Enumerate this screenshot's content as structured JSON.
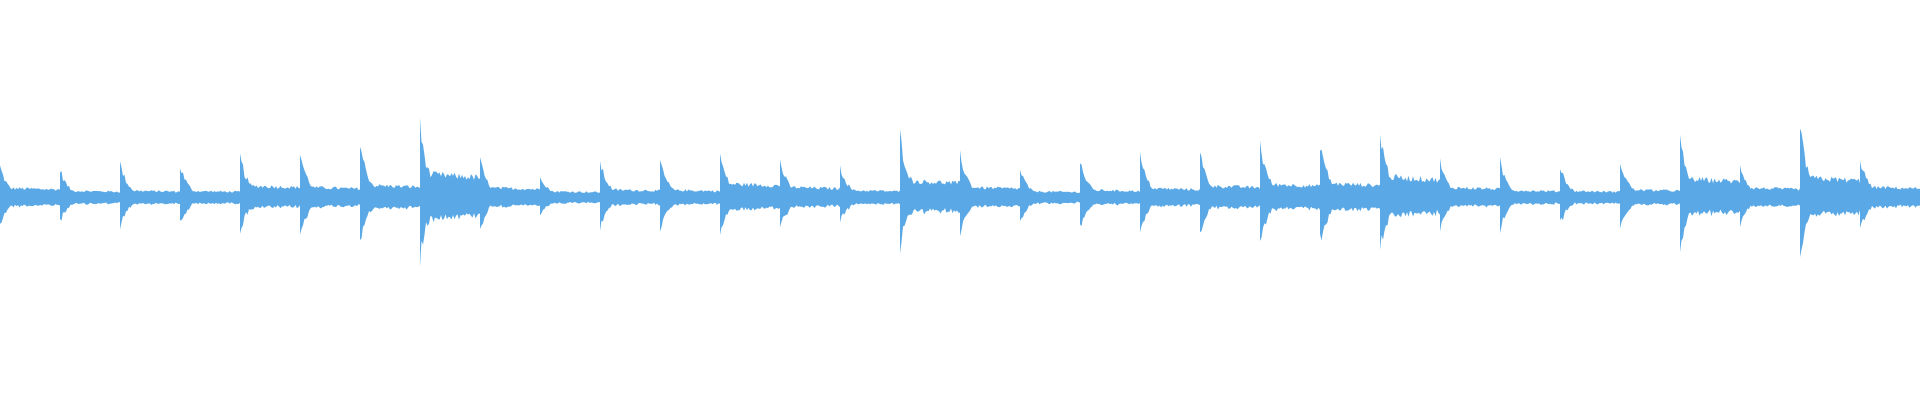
{
  "waveform": {
    "color": "#5AA9E6",
    "background": "#FFFFFF",
    "segments": [
      {
        "amplitude": 0.44,
        "sustain": 0.32
      },
      {
        "amplitude": 0.4,
        "sustain": 0.26
      },
      {
        "amplitude": 0.48,
        "sustain": 0.22
      },
      {
        "amplitude": 0.46,
        "sustain": 0.22
      },
      {
        "amplitude": 0.58,
        "sustain": 0.3
      },
      {
        "amplitude": 0.64,
        "sustain": 0.24
      },
      {
        "amplitude": 0.76,
        "sustain": 0.24
      },
      {
        "amplitude": 1.0,
        "sustain": 0.34
      },
      {
        "amplitude": 0.52,
        "sustain": 0.28
      },
      {
        "amplitude": 0.34,
        "sustain": 0.28
      },
      {
        "amplitude": 0.5,
        "sustain": 0.24
      },
      {
        "amplitude": 0.52,
        "sustain": 0.22
      },
      {
        "amplitude": 0.6,
        "sustain": 0.34
      },
      {
        "amplitude": 0.52,
        "sustain": 0.3
      },
      {
        "amplitude": 0.46,
        "sustain": 0.24
      },
      {
        "amplitude": 0.88,
        "sustain": 0.28
      },
      {
        "amplitude": 0.64,
        "sustain": 0.24
      },
      {
        "amplitude": 0.4,
        "sustain": 0.24
      },
      {
        "amplitude": 0.52,
        "sustain": 0.22
      },
      {
        "amplitude": 0.58,
        "sustain": 0.24
      },
      {
        "amplitude": 0.62,
        "sustain": 0.28
      },
      {
        "amplitude": 0.76,
        "sustain": 0.26
      },
      {
        "amplitude": 0.8,
        "sustain": 0.26
      },
      {
        "amplitude": 0.94,
        "sustain": 0.32
      },
      {
        "amplitude": 0.5,
        "sustain": 0.3
      },
      {
        "amplitude": 0.5,
        "sustain": 0.22
      },
      {
        "amplitude": 0.46,
        "sustain": 0.22
      },
      {
        "amplitude": 0.54,
        "sustain": 0.22
      },
      {
        "amplitude": 0.8,
        "sustain": 0.34
      },
      {
        "amplitude": 0.48,
        "sustain": 0.3
      },
      {
        "amplitude": 0.96,
        "sustain": 0.3
      },
      {
        "amplitude": 0.56,
        "sustain": 0.28
      }
    ]
  }
}
